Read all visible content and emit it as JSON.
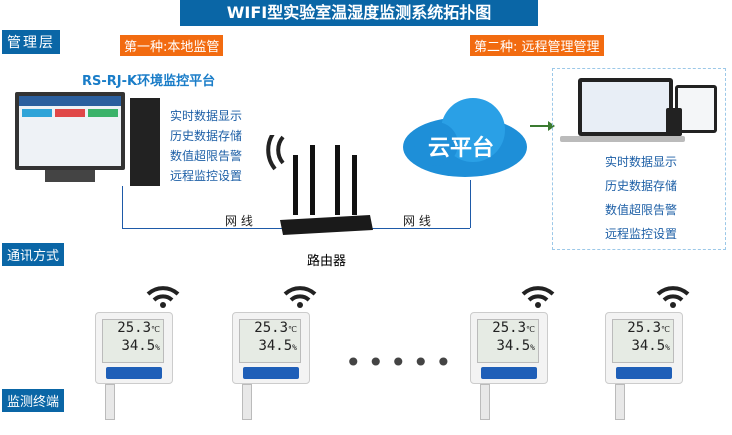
{
  "title": "WIFI型实验室温湿度监测系统拓扑图",
  "layers": {
    "management": "管理层",
    "communication": "通讯方式",
    "terminal": "监测终端"
  },
  "modes": {
    "local": "第一种:本地监管",
    "remote": "第二种: 远程管理管理"
  },
  "platform_title": "RS-RJ-K环境监控平台",
  "local_features": [
    "实时数据显示",
    "历史数据存储",
    "数值超限告警",
    "远程监控设置"
  ],
  "remote_features": [
    "实时数据显示",
    "历史数据存储",
    "数值超限告警",
    "远程监控设置"
  ],
  "cloud_label": "云平台",
  "wire_label": "网 线",
  "router_label": "路由器",
  "device": {
    "temperature": "25.3",
    "temp_unit": "℃",
    "humidity": "34.5",
    "hum_unit": "%"
  },
  "colors": {
    "blue": "#0a66a6",
    "orange": "#f26b10"
  }
}
